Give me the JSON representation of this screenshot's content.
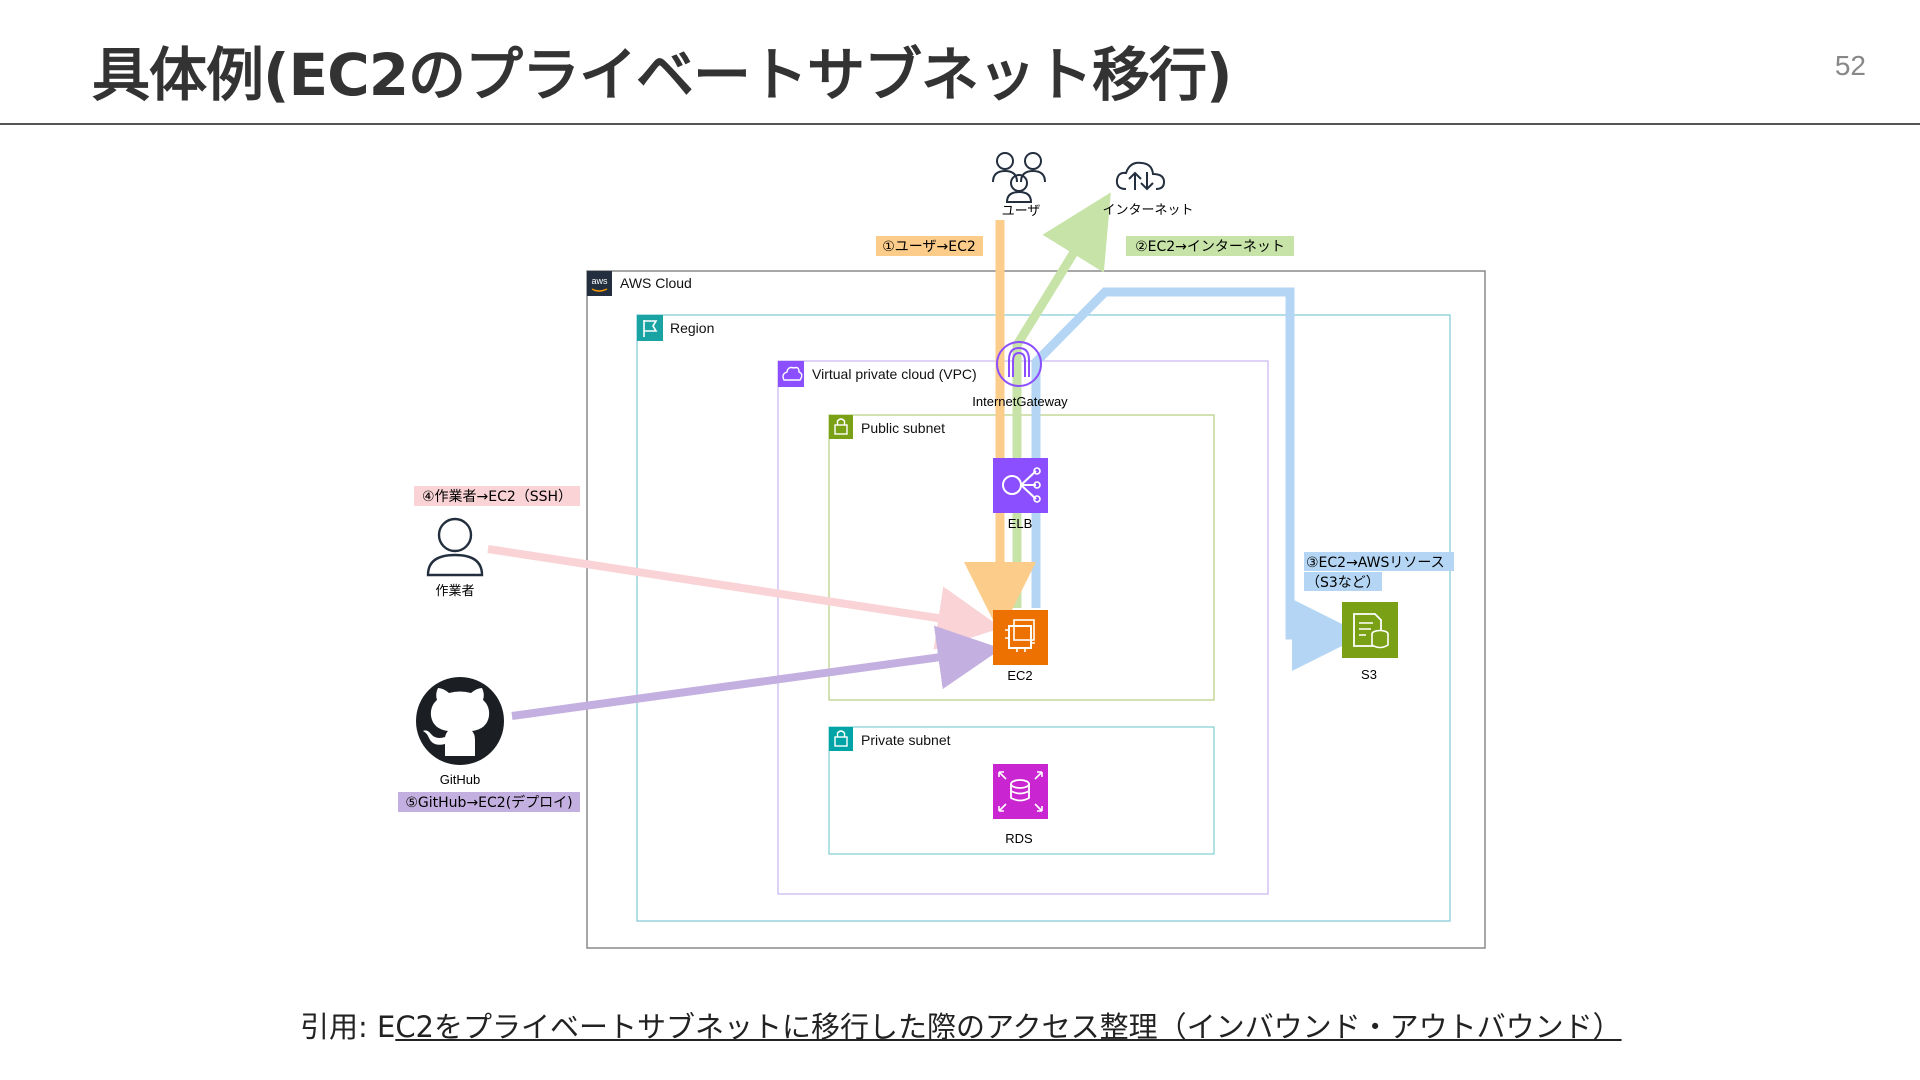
{
  "slide": {
    "title": "具体例(EC2のプライベートサブネット移行)",
    "page_number": "52",
    "citation_prefix": "引用: E",
    "citation_link": "C2をプライベートサブネットに移行した際のアクセス整理（インバウンド・アウトバウンド）"
  },
  "diagram": {
    "groups": {
      "aws_cloud": "AWS Cloud",
      "region": "Region",
      "vpc": "Virtual private cloud (VPC)",
      "public_subnet": "Public subnet",
      "private_subnet": "Private subnet"
    },
    "nodes": {
      "user": "ユーザ",
      "internet": "インターネット",
      "internet_gateway": "InternetGateway",
      "elb": "ELB",
      "ec2": "EC2",
      "rds": "RDS",
      "s3": "S3",
      "worker": "作業者",
      "github": "GitHub"
    },
    "flows": [
      {
        "label": "①ユーザ→EC2",
        "color": "#fccc8a"
      },
      {
        "label": "②EC2→インターネット",
        "color": "#c7e3a8"
      },
      {
        "label": "③EC2→AWSリソース",
        "label2": "（S3など）",
        "color": "#b4d6f4"
      },
      {
        "label": "④作業者→EC2（SSH）",
        "color": "#f9d3d6"
      },
      {
        "label": "⑤GitHub→EC2(デプロイ)",
        "color": "#c4b0e0"
      }
    ],
    "colors": {
      "region": "#1aa3a3",
      "vpc": "#8c4fff",
      "public_subnet": "#7aa116",
      "private_subnet": "#00a4a6",
      "ec2": "#ed7100",
      "elb": "#8c4fff",
      "rds": "#c925d1",
      "s3": "#7aa116"
    }
  }
}
